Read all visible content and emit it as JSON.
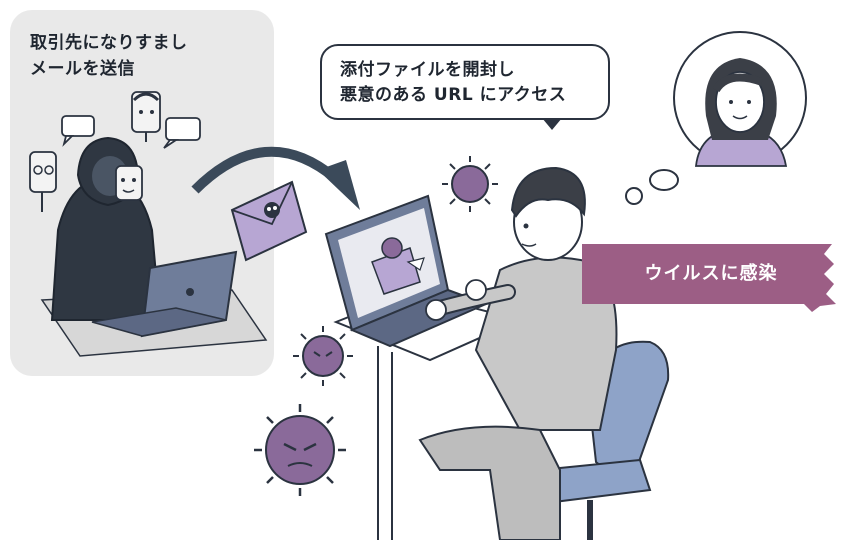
{
  "attacker_caption": "取引先になりすまし\nメールを送信",
  "victim_bubble": "添付ファイルを開封し\n悪意のある URL にアクセス",
  "infection_banner": "ウイルスに感染",
  "colors": {
    "panel_bg": "#e9e9e9",
    "ink": "#2b3340",
    "virus": "#8a6a9a",
    "banner": "#9c5e85",
    "laptop": "#6f7d9a",
    "suit": "#c8c8c8",
    "chair": "#8ea3c8",
    "envelope": "#b7a6d3"
  }
}
